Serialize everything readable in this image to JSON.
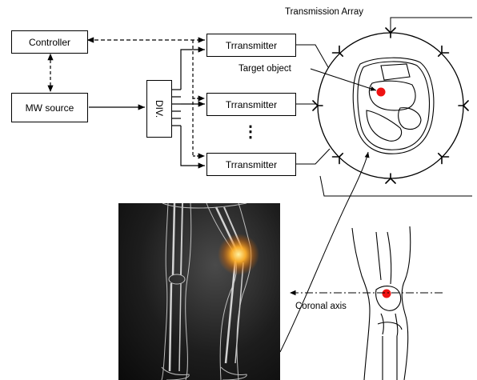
{
  "labels": {
    "controller": "Controller",
    "mw_source": "MW source",
    "divider": "DIV.",
    "transmitter_1": "Trransmitter",
    "transmitter_2": "Trransmitter",
    "transmitter_3": "Trransmitter",
    "ellipsis": "⋮",
    "transmission_array": "Transmission Array",
    "target_object": "Target object",
    "coronal_axis": "Coronal axis"
  },
  "colors": {
    "target_marker": "#ee1111",
    "knee_glow": "#ff9a1a"
  }
}
